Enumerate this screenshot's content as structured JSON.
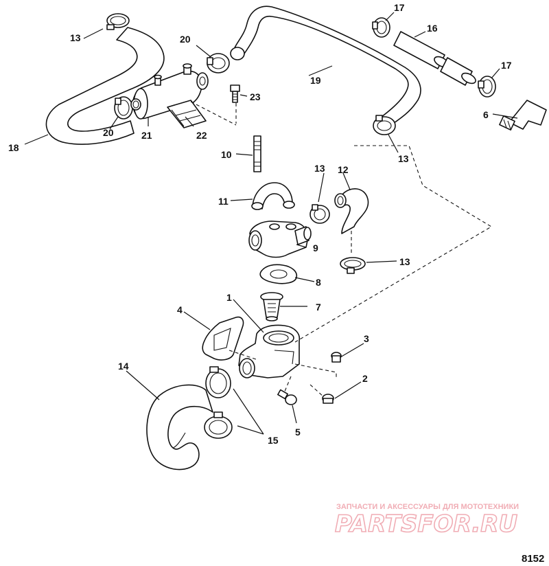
{
  "callouts": {
    "c1": "1",
    "c2": "2",
    "c3": "3",
    "c4": "4",
    "c5": "5",
    "c6": "6",
    "c7": "7",
    "c8": "8",
    "c9": "9",
    "c10": "10",
    "c11": "11",
    "c12": "12",
    "c13a": "13",
    "c13b": "13",
    "c13c": "13",
    "c13d": "13",
    "c14": "14",
    "c15": "15",
    "c16": "16",
    "c17a": "17",
    "c17b": "17",
    "c18": "18",
    "c19": "19",
    "c20a": "20",
    "c20b": "20",
    "c21": "21",
    "c22": "22",
    "c23": "23"
  },
  "watermark": {
    "tagline": "ЗАПЧАСТИ И АКСЕССУАРЫ ДЛЯ МОТОТЕХНИКИ",
    "logo": "PARTSFOR.RU"
  },
  "figure_number": "8152"
}
